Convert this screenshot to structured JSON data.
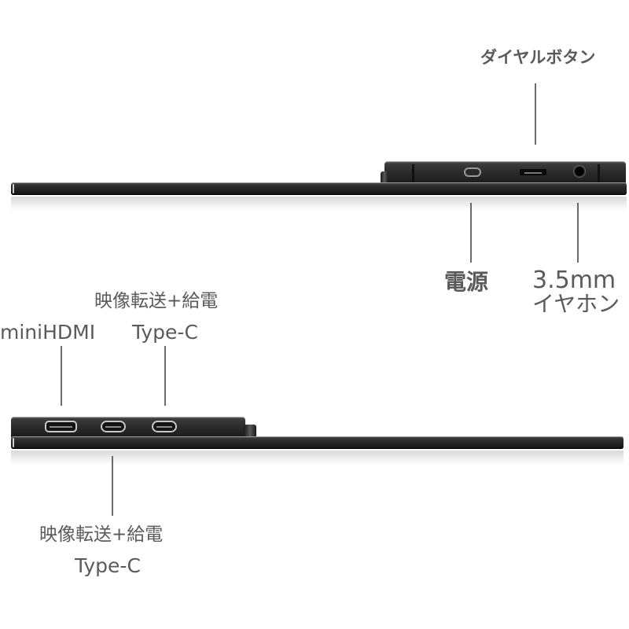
{
  "top_device": {
    "labels": {
      "dial_button": "ダイヤルボタン",
      "power": "電源",
      "earphone_line1": "3.5mm",
      "earphone_line2": "イヤホン"
    },
    "ports": [
      "power-button",
      "dial-button",
      "3.5mm-earphone-jack"
    ]
  },
  "bottom_device": {
    "labels": {
      "minihdmi": "miniHDMI",
      "typec_top_line1": "映像転送+給電",
      "typec_top_line2": "Type-C",
      "typec_bottom_line1": "映像転送+給電",
      "typec_bottom_line2": "Type-C"
    },
    "ports": [
      "mini-hdmi",
      "usb-type-c",
      "usb-type-c"
    ]
  },
  "colors": {
    "background": "#ffffff",
    "label_text": "#5a5a5a",
    "device_body": "#1e1e1e",
    "port_rim": "#c8c8c8"
  }
}
